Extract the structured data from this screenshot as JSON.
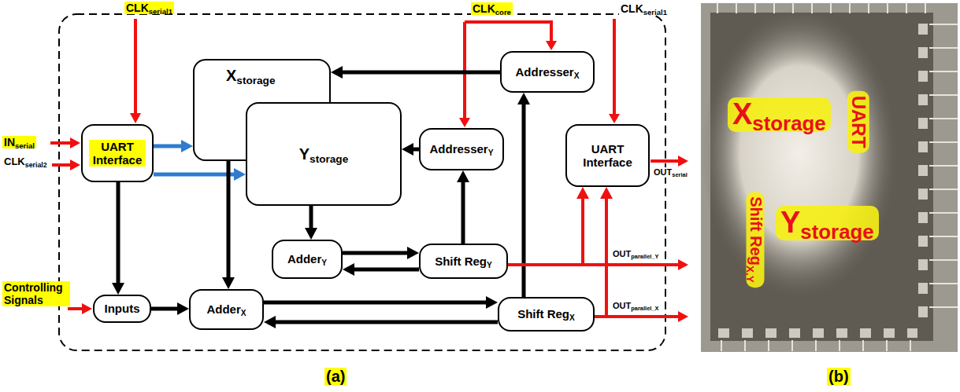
{
  "diagram": {
    "nodes": [
      {
        "text": [
          "UART Interface"
        ]
      },
      {
        "text": [
          "Xstorage"
        ]
      },
      {
        "text": [
          "Ystorage"
        ]
      },
      {
        "text": [
          "AddresserX"
        ]
      },
      {
        "text": [
          "AddresserY"
        ]
      },
      {
        "text": [
          "UART Interface"
        ]
      },
      {
        "text": [
          "AdderY"
        ]
      },
      {
        "text": [
          "Shift RegY"
        ]
      },
      {
        "text": [
          "Inputs"
        ]
      },
      {
        "text": [
          "AdderX"
        ]
      },
      {
        "text": [
          "Shift RegX"
        ]
      }
    ],
    "edges": [
      {
        "from": 0,
        "to": 1,
        "arrow": "to"
      },
      {
        "from": 0,
        "to": 2,
        "arrow": "to"
      },
      {
        "from": 3,
        "to": 1,
        "arrow": "to"
      },
      {
        "from": 4,
        "to": 2,
        "arrow": "to"
      },
      {
        "from": 0,
        "to": 8,
        "arrow": "to"
      },
      {
        "from": 2,
        "to": 6,
        "arrow": "to"
      },
      {
        "from": 1,
        "to": 9,
        "arrow": "to"
      },
      {
        "from": 8,
        "to": 9,
        "arrow": "to"
      },
      {
        "from": 9,
        "to": 10,
        "arrow": "to"
      },
      {
        "from": 10,
        "to": 9,
        "arrow": "to"
      },
      {
        "from": 6,
        "to": 7,
        "arrow": "to"
      },
      {
        "from": 7,
        "to": 6,
        "arrow": "to"
      },
      {
        "from": 7,
        "to": 4,
        "arrow": "to"
      },
      {
        "from": 10,
        "to": 3,
        "arrow": "to"
      },
      {
        "from": 7,
        "to": 5,
        "arrow": "to"
      },
      {
        "from": 10,
        "to": 5,
        "arrow": "to"
      }
    ],
    "labels": [
      "CLKserial1",
      "CLKcore",
      "CLKserial1",
      "INserial",
      "CLKserial2",
      "Controlling Signals",
      "OUTserial",
      "OUTparallel_Y",
      "OUTparallel_X",
      "(a)",
      "(b)",
      "Xstorage",
      "UART",
      "Shift RegX,Y",
      "Ystorage"
    ]
  }
}
